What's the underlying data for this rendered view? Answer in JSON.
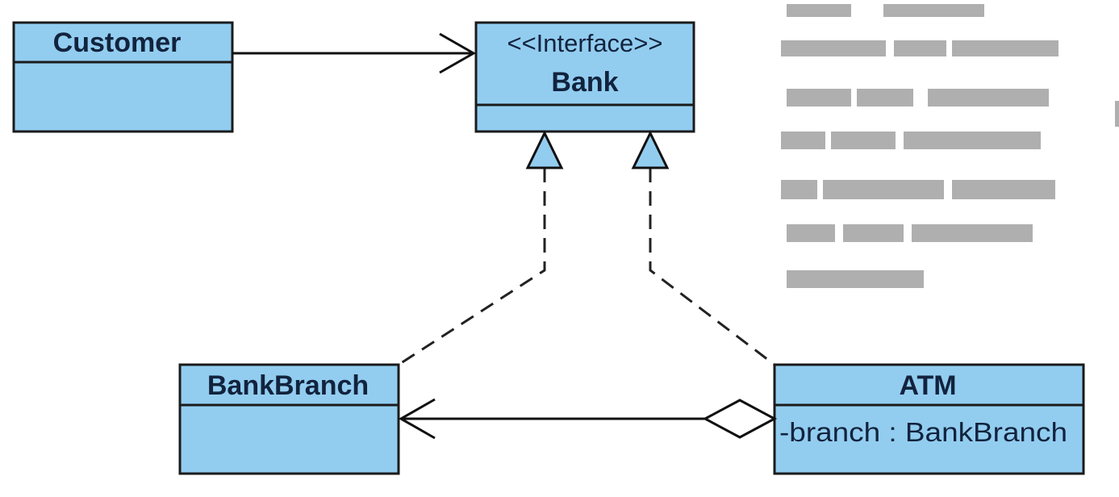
{
  "classes": {
    "customer": {
      "name": "Customer"
    },
    "bank": {
      "stereotype": "<<Interface>>",
      "name": "Bank"
    },
    "bankbranch": {
      "name": "BankBranch"
    },
    "atm": {
      "name": "ATM",
      "attributes": [
        "-branch : BankBranch"
      ]
    }
  },
  "relationships": [
    {
      "from": "Customer",
      "to": "Bank",
      "type": "association"
    },
    {
      "from": "BankBranch",
      "to": "Bank",
      "type": "realization"
    },
    {
      "from": "ATM",
      "to": "Bank",
      "type": "realization"
    },
    {
      "from": "ATM",
      "to": "BankBranch",
      "type": "aggregation"
    }
  ],
  "colors": {
    "class_fill": "#92cdf0",
    "class_stroke": "#1b1b1b",
    "text": "#12233d"
  }
}
